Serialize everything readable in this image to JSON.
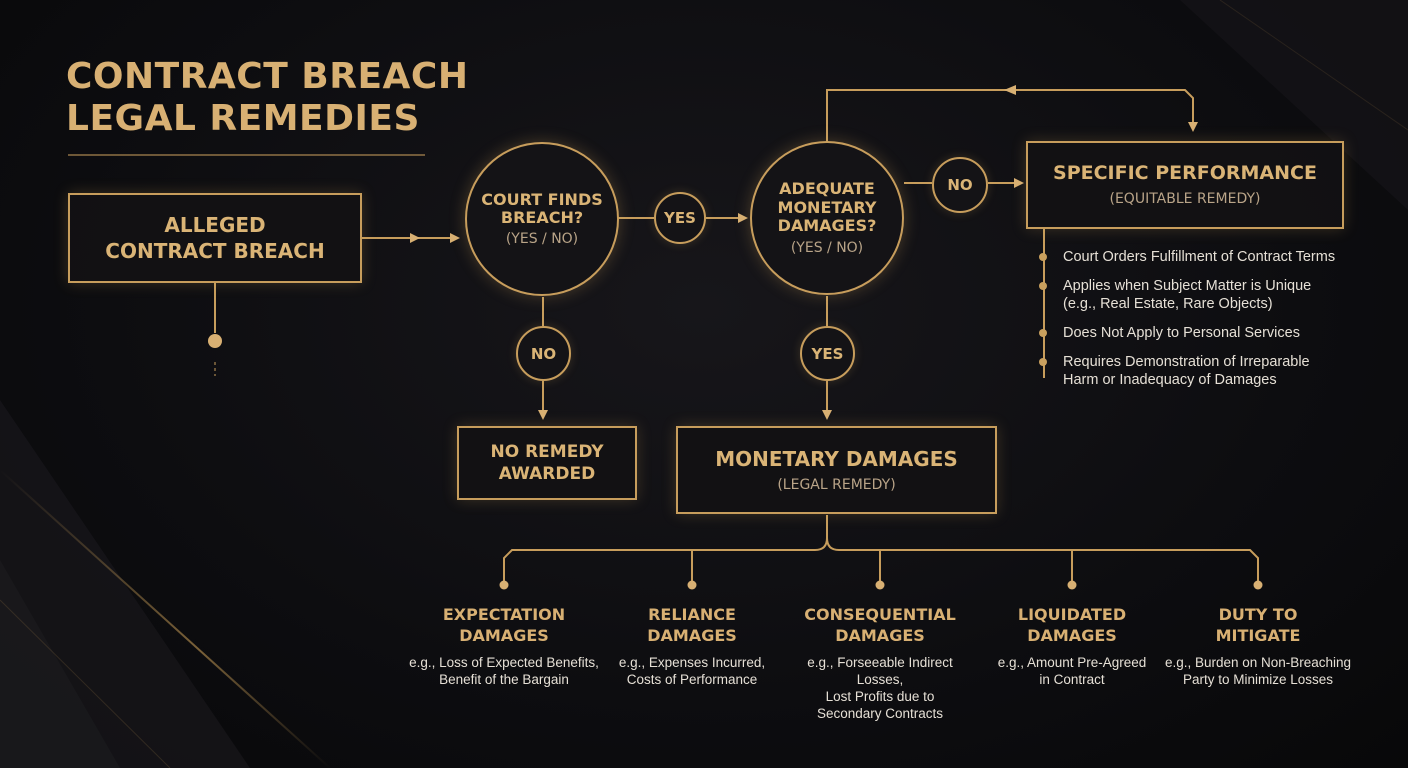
{
  "title": {
    "line1": "CONTRACT BREACH",
    "line2": "LEGAL REMEDIES"
  },
  "nodes": {
    "alleged": {
      "line1": "ALLEGED",
      "line2": "CONTRACT BREACH"
    },
    "court": {
      "line1": "COURT FINDS",
      "line2": "BREACH?",
      "sub": "(YES / NO)"
    },
    "adequate": {
      "line1": "ADEQUATE",
      "line2": "MONETARY",
      "line3": "DAMAGES?",
      "sub": "(YES / NO)"
    },
    "specific": {
      "title": "SPECIFIC PERFORMANCE",
      "sub": "(EQUITABLE REMEDY)"
    },
    "no_remedy": {
      "line1": "NO REMEDY",
      "line2": "AWARDED"
    },
    "monetary": {
      "title": "MONETARY DAMAGES",
      "sub": "(LEGAL REMEDY)"
    }
  },
  "badges": {
    "yes_court": "YES",
    "no_court": "NO",
    "no_adequate": "NO",
    "yes_adequate": "YES"
  },
  "specific_points": [
    {
      "line1": "Court Orders Fulfillment of Contract Terms",
      "line2": ""
    },
    {
      "line1": "Applies when Subject Matter is Unique",
      "line2": "(e.g., Real Estate, Rare Objects)"
    },
    {
      "line1": "Does Not Apply to Personal Services",
      "line2": ""
    },
    {
      "line1": "Requires Demonstration of Irreparable",
      "line2": "Harm or Inadequacy of Damages"
    }
  ],
  "damage_types": [
    {
      "t1": "EXPECTATION",
      "t2": "DAMAGES",
      "d1": "e.g., Loss of Expected Benefits,",
      "d2": "Benefit of the Bargain",
      "d3": ""
    },
    {
      "t1": "RELIANCE",
      "t2": "DAMAGES",
      "d1": "e.g., Expenses Incurred,",
      "d2": "Costs of Performance",
      "d3": ""
    },
    {
      "t1": "CONSEQUENTIAL",
      "t2": "DAMAGES",
      "d1": "e.g., Forseeable Indirect Losses,",
      "d2": "Lost Profits due to",
      "d3": "Secondary Contracts"
    },
    {
      "t1": "LIQUIDATED",
      "t2": "DAMAGES",
      "d1": "e.g., Amount Pre-Agreed",
      "d2": "in Contract",
      "d3": ""
    },
    {
      "t1": "DUTY TO",
      "t2": "MITIGATE",
      "d1": "e.g., Burden on Non-Breaching",
      "d2": "Party to Minimize Losses",
      "d3": ""
    }
  ],
  "colors": {
    "accent": "#c79d5c",
    "title": "#d8b073",
    "background": "#0d0d10",
    "body_text": "#e6e0d6"
  }
}
